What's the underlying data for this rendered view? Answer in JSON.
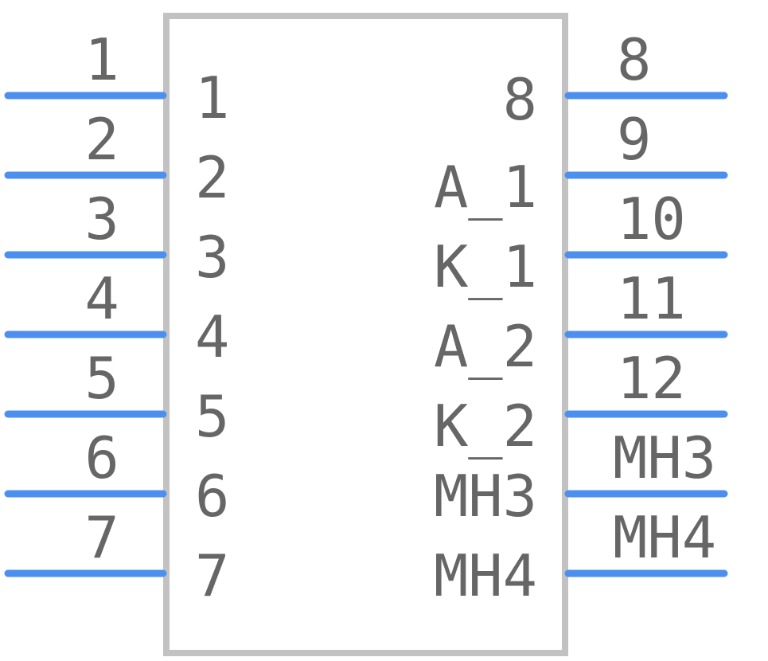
{
  "colors": {
    "pin_line": "#4d8fef",
    "body_outline": "#c2c2c2",
    "text": "#666666",
    "background": "#ffffff"
  },
  "left_pins": [
    {
      "pin_number": "1",
      "pin_name": "1"
    },
    {
      "pin_number": "2",
      "pin_name": "2"
    },
    {
      "pin_number": "3",
      "pin_name": "3"
    },
    {
      "pin_number": "4",
      "pin_name": "4"
    },
    {
      "pin_number": "5",
      "pin_name": "5"
    },
    {
      "pin_number": "6",
      "pin_name": "6"
    },
    {
      "pin_number": "7",
      "pin_name": "7"
    }
  ],
  "right_pins": [
    {
      "pin_number": "8",
      "pin_name": "8"
    },
    {
      "pin_number": "9",
      "pin_name": "A_1"
    },
    {
      "pin_number": "10",
      "pin_name": "K_1"
    },
    {
      "pin_number": "11",
      "pin_name": "A_2"
    },
    {
      "pin_number": "12",
      "pin_name": "K_2"
    },
    {
      "pin_number": "MH3",
      "pin_name": "MH3"
    },
    {
      "pin_number": "MH4",
      "pin_name": "MH4"
    }
  ]
}
